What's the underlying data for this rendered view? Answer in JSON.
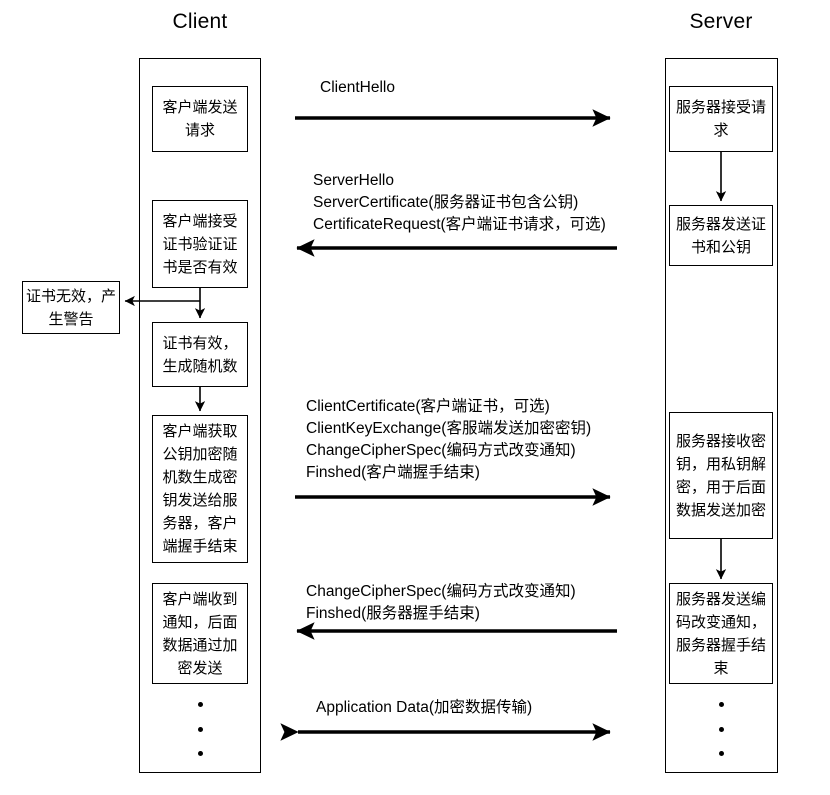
{
  "diagram": {
    "type": "sequence-diagram",
    "title_left": "Client",
    "title_right": "Server",
    "lanes": [
      {
        "name": "client",
        "label": "Client"
      },
      {
        "name": "server",
        "label": "Server"
      }
    ],
    "client_nodes": [
      {
        "id": "client-send-request",
        "text": "客户端发送请求"
      },
      {
        "id": "client-verify-cert",
        "text": "客户端接受证书验证证书是否有效"
      },
      {
        "id": "cert-valid-random",
        "text": "证书有效，生成随机数"
      },
      {
        "id": "client-encrypt-key",
        "text": "客户端获取公钥加密随机数生成密钥发送给服务器，客户端握手结束"
      },
      {
        "id": "client-received-notice",
        "text": "客户端收到通知，后面数据通过加密发送"
      }
    ],
    "client_side_node": {
      "id": "cert-invalid-warning",
      "text": "证书无效，产生警告"
    },
    "server_nodes": [
      {
        "id": "server-accept-request",
        "text": "服务器接受请求"
      },
      {
        "id": "server-send-cert",
        "text": "服务器发送证书和公钥"
      },
      {
        "id": "server-decrypt-key",
        "text": "服务器接收密钥，用私钥解密，用于后面数据发送加密"
      },
      {
        "id": "server-send-notice",
        "text": "服务器发送编码改变通知，服务器握手结束"
      }
    ],
    "messages": [
      {
        "id": "msg-client-hello",
        "direction": "right",
        "lines": [
          "ClientHello"
        ]
      },
      {
        "id": "msg-server-hello",
        "direction": "left",
        "lines": [
          "ServerHello",
          "ServerCertificate(服务器证书包含公钥)",
          "CertificateRequest(客户端证书请求，可选)"
        ]
      },
      {
        "id": "msg-client-key-exchange",
        "direction": "right",
        "lines": [
          "ClientCertificate(客户端证书，可选)",
          "ClientKeyExchange(客服端发送加密密钥)",
          "ChangeCipherSpec(编码方式改变通知)",
          "Finshed(客户端握手结束)"
        ]
      },
      {
        "id": "msg-server-change-cipher",
        "direction": "left",
        "lines": [
          "ChangeCipherSpec(编码方式改变通知)",
          "Finshed(服务器握手结束)"
        ]
      },
      {
        "id": "msg-application-data",
        "direction": "both",
        "lines": [
          "Application Data(加密数据传输)"
        ]
      }
    ],
    "colors": {
      "stroke": "#000000",
      "background": "#ffffff",
      "text": "#000000"
    }
  }
}
